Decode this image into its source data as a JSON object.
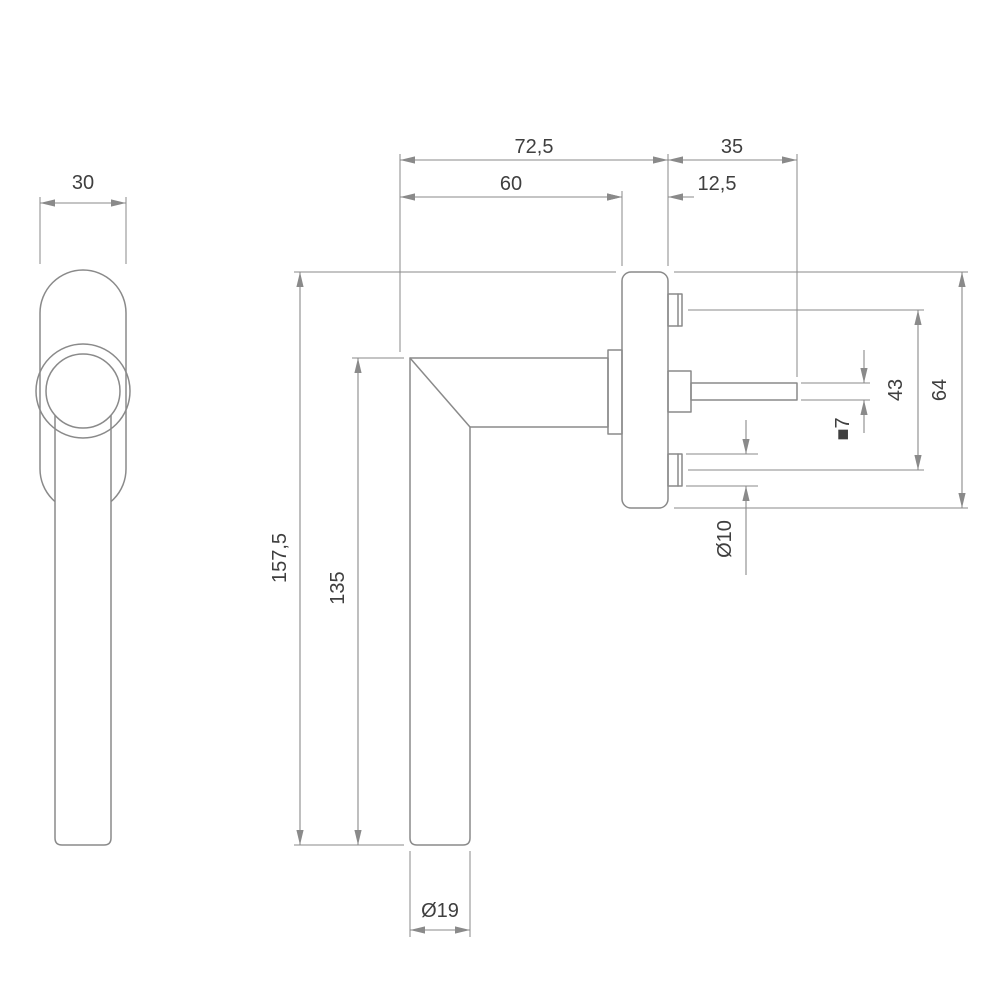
{
  "page": {
    "background": "#ffffff"
  },
  "drawing": {
    "type": "technical-dimension-drawing",
    "subject": "window handle, front view and side view with rosette and spindle",
    "line_color": "#8a8a8a",
    "text_color": "#3f3f3f"
  },
  "dimensions": {
    "rosette_width": "30",
    "total_depth": "72,5",
    "spindle_length": "35",
    "handle_depth": "60",
    "rosette_thickness": "12,5",
    "total_height": "157,5",
    "grip_length": "135",
    "screw_distance": "43",
    "rosette_height": "64",
    "spindle_square": "■7",
    "hole_diameter": "Ø10",
    "grip_diameter": "Ø19"
  }
}
